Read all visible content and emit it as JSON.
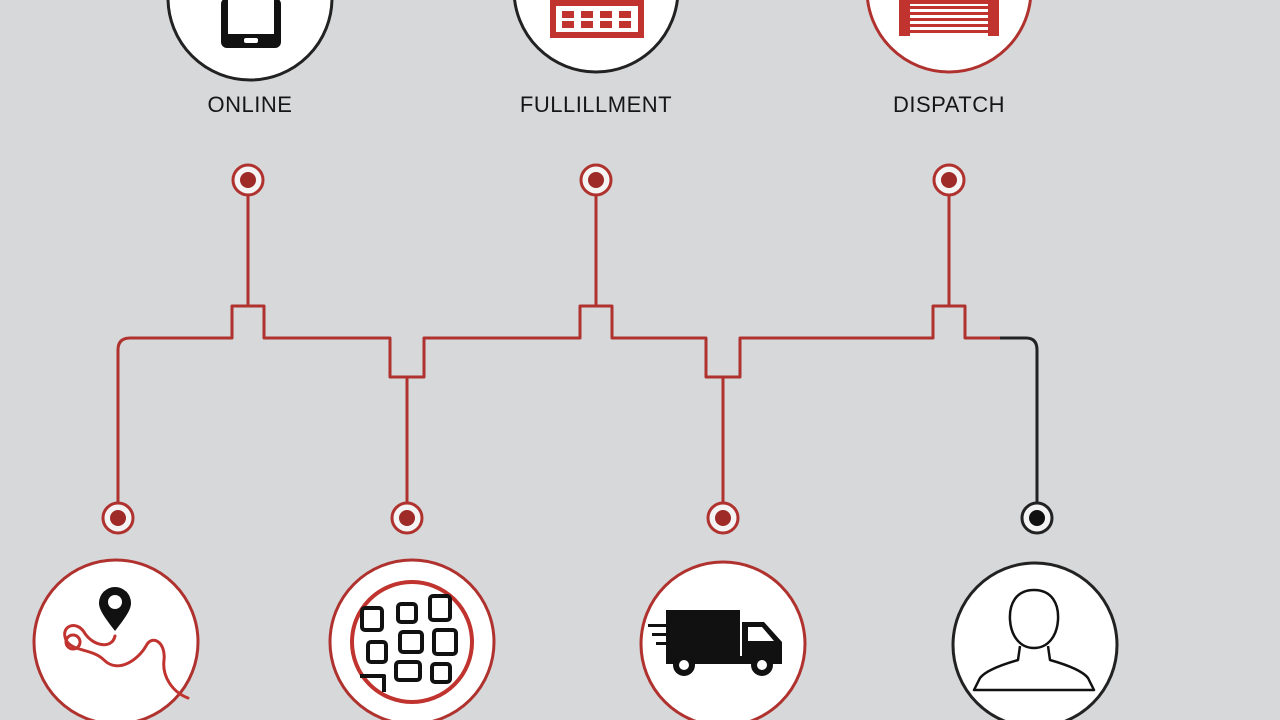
{
  "diagram": {
    "top_stages": [
      {
        "label": "ONLINE",
        "icon": "smartphone-icon"
      },
      {
        "label": "FULLILLMENT",
        "icon": "warehouse-icon"
      },
      {
        "label": "DISPATCH",
        "icon": "loading-dock-icon"
      }
    ],
    "bottom_stages": [
      {
        "icon": "route-map-pin-icon"
      },
      {
        "icon": "city-map-icon"
      },
      {
        "icon": "delivery-truck-icon"
      },
      {
        "icon": "customer-person-icon"
      }
    ],
    "colors": {
      "background": "#d6d8d9",
      "accent": "#b0322f",
      "line_dark": "#222222",
      "icon_fill": "#111111",
      "circle_fill": "#ffffff"
    }
  }
}
